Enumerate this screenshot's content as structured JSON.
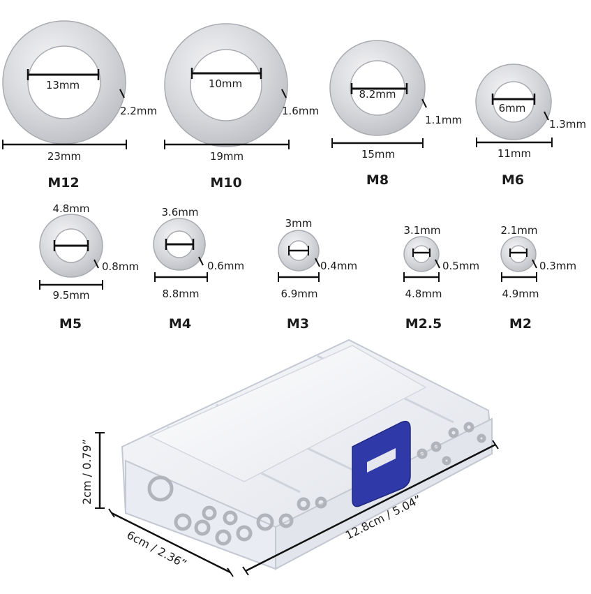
{
  "washers": [
    {
      "size": "M12",
      "inner": "13mm",
      "thickness": "2.2mm",
      "outer": "23mm"
    },
    {
      "size": "M10",
      "inner": "10mm",
      "thickness": "1.6mm",
      "outer": "19mm"
    },
    {
      "size": "M8",
      "inner": "8.2mm",
      "thickness": "1.1mm",
      "outer": "15mm"
    },
    {
      "size": "M6",
      "inner": "6mm",
      "thickness": "1.3mm",
      "outer": "11mm"
    },
    {
      "size": "M5",
      "inner": "4.8mm",
      "thickness": "0.8mm",
      "outer": "9.5mm"
    },
    {
      "size": "M4",
      "inner": "3.6mm",
      "thickness": "0.6mm",
      "outer": "8.8mm"
    },
    {
      "size": "M3",
      "inner": "3mm",
      "thickness": "0.4mm",
      "outer": "6.9mm"
    },
    {
      "size": "M2.5",
      "inner": "3.1mm",
      "thickness": "0.5mm",
      "outer": "4.8mm"
    },
    {
      "size": "M2",
      "inner": "2.1mm",
      "thickness": "0.3mm",
      "outer": "4.9mm"
    }
  ],
  "box": {
    "height": "2cm / 0.79”",
    "width": "6cm / 2.36”",
    "length": "12.8cm / 5.04”"
  },
  "colors": {
    "metal": "#d9dade",
    "metal_edge": "#a9abb1",
    "latch": "#2f3aa8",
    "plastic": "#eef0f5"
  }
}
